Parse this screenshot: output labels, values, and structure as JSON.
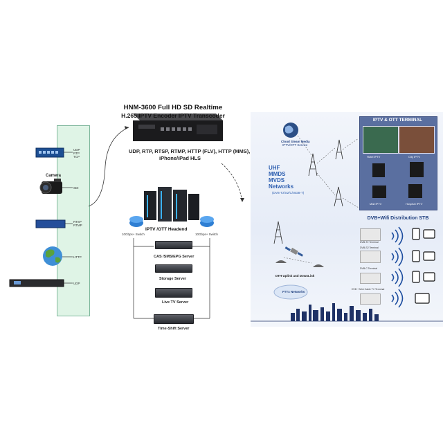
{
  "title": {
    "line1": "HNM-3600 Full HD SD Realtime",
    "line2": "H.265  IPTV Encoder IPTV Transcoder"
  },
  "output_protocols": {
    "line1": "UDP, RTP, RTSP, RTMP, HTTP (FLV), HTTP (MMS),",
    "line2": "iPhone/iPad HLS"
  },
  "inputs": {
    "switch_protos": [
      "UDP",
      "RTP",
      "TCP"
    ],
    "camera_label": "Camera",
    "camera_proto": "SDI",
    "router_protos": [
      "RTSP",
      "RTMP"
    ],
    "globe_proto": "HTTP",
    "receiver_proto": "UDP"
  },
  "headend": {
    "title": "IPTV /OTT Headend",
    "switch_left": "10Gbps+ Switch",
    "switch_right": "10Gbps+ Switch",
    "servers": [
      "CAS /SMS/EPG Server",
      "Storage Server",
      "Live TV Server",
      "Time-Shift Server"
    ]
  },
  "distribution": {
    "cloud_label_1": "Cloud Steam Media",
    "cloud_label_2": "IPTV/OTT Service",
    "networks": [
      "UHF",
      "MMDS",
      "MVDS",
      "Networks"
    ],
    "networks_sub": "(DVB-T2/S2/C/ISDB-T)",
    "dth_label": "DTH Uplink and DownLink",
    "ftth_label": "FTTx Networks"
  },
  "terminal": {
    "title": "IPTV & OTT TERMINAL",
    "items": [
      "Hotel IPTV",
      "City IPTV",
      "Mall IPTV",
      "Hospital IPTV"
    ]
  },
  "stb": {
    "title": "DVB+Wifi Distribution STB",
    "rows": [
      "DVB-T2 Terminal",
      "DVB-S2 Terminal",
      "DVB-C Terminal",
      "DVB + Mini Cable TV Terminal"
    ]
  },
  "colors": {
    "green_bus": "#dff4e6",
    "panel": "#5a6fa0",
    "wifi": "#1f4fa0",
    "tower": "#2b2b2b"
  }
}
